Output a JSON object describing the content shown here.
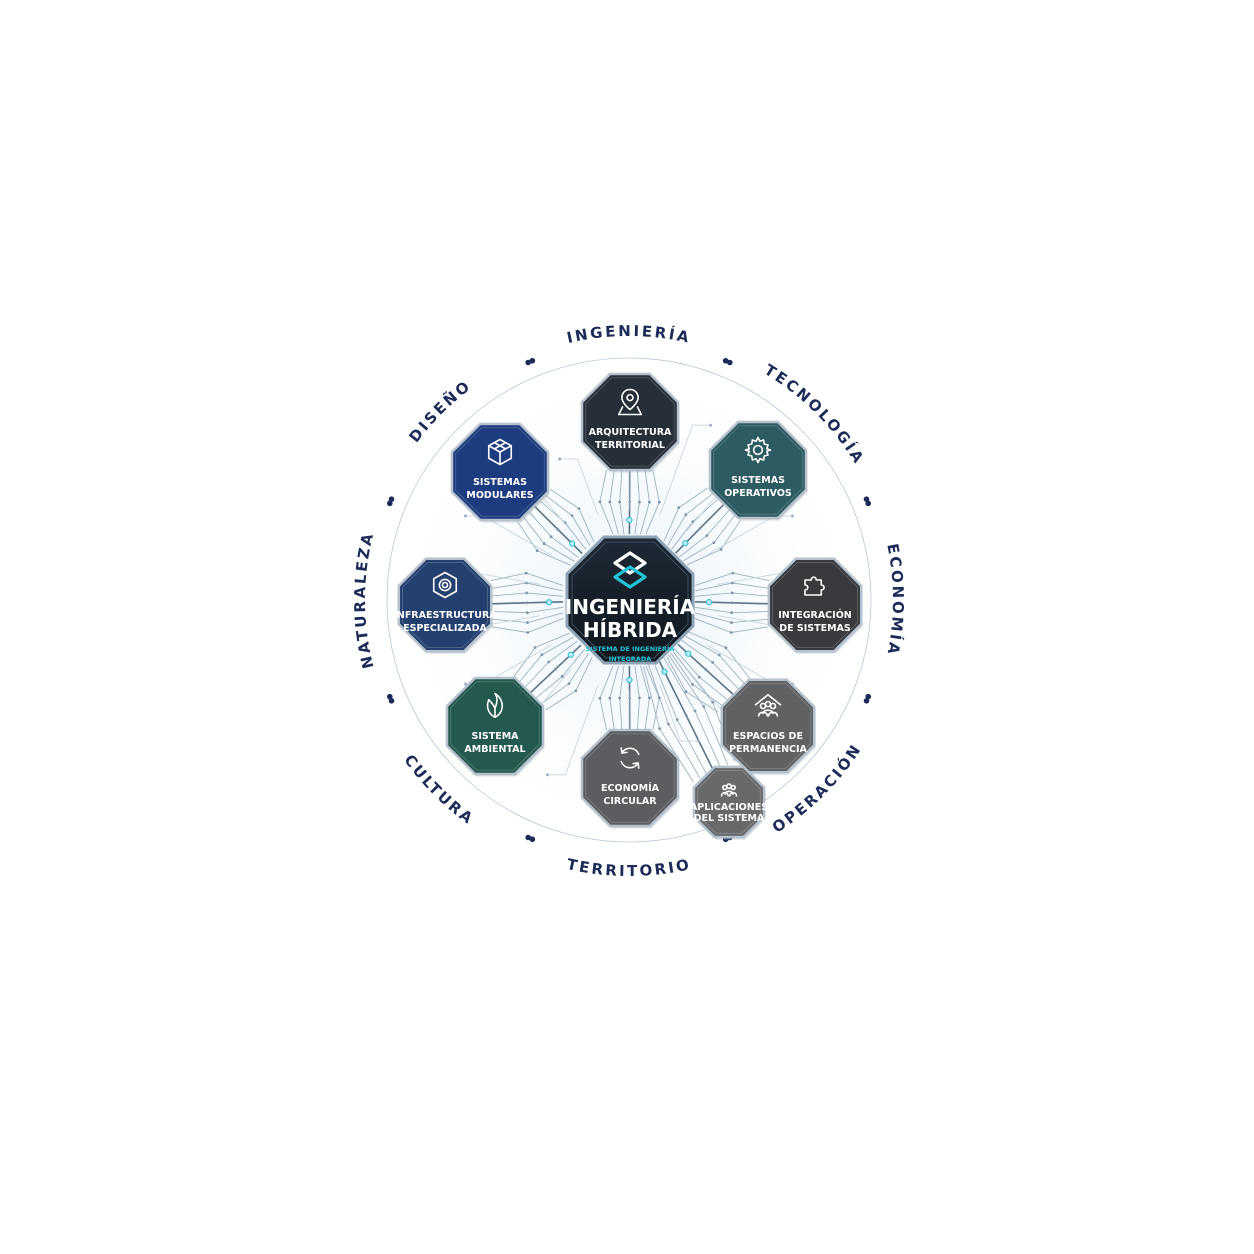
{
  "ring_labels": [
    {
      "id": "ingenieria",
      "text": "INGENIERÍA"
    },
    {
      "id": "tecnologia",
      "text": "TECNOLOGÍA"
    },
    {
      "id": "economia",
      "text": "ECONOMÍA"
    },
    {
      "id": "operacion",
      "text": "OPERACIÓN"
    },
    {
      "id": "territorio",
      "text": "TERRITORIO"
    },
    {
      "id": "cultura",
      "text": "CULTURA"
    },
    {
      "id": "naturaleza",
      "text": "NATURALEZA"
    },
    {
      "id": "diseno",
      "text": "DISEÑO"
    }
  ],
  "center": {
    "title_line1": "INGENIERÍA",
    "title_line2": "HÍBRIDA",
    "subtitle_line1": "SISTEMA DE INGENIERÍA",
    "subtitle_line2": "INTEGRADA"
  },
  "nodes": [
    {
      "id": "arquitectura",
      "line1": "ARQUITECTURA",
      "line2": "TERRITORIAL",
      "icon": "map-pin-icon",
      "color": "#262f38"
    },
    {
      "id": "operativos",
      "line1": "SISTEMAS",
      "line2": "OPERATIVOS",
      "icon": "gear-icon",
      "color": "#2c5b62"
    },
    {
      "id": "integracion",
      "line1": "INTEGRACIÓN",
      "line2": "DE SISTEMAS",
      "icon": "puzzle-icon",
      "color": "#383a3d"
    },
    {
      "id": "espacios",
      "line1": "ESPACIOS DE",
      "line2": "PERMANENCIA",
      "icon": "people-house-icon",
      "color": "#5f6163"
    },
    {
      "id": "aplicaciones",
      "line1": "APLICACIONES",
      "line2": "DEL SISTEMA",
      "icon": "users-icon",
      "color": "#68696b"
    },
    {
      "id": "economia",
      "line1": "ECONOMÍA",
      "line2": "CIRCULAR",
      "icon": "recycle-icon",
      "color": "#5b5d60"
    },
    {
      "id": "ambiental",
      "line1": "SISTEMA",
      "line2": "AMBIENTAL",
      "icon": "leaf-icon",
      "color": "#24594f"
    },
    {
      "id": "infraestructura",
      "line1": "INFRAESTRUCTURA",
      "line2": "ESPECIALIZADA",
      "icon": "hexagon-target-icon",
      "color": "#24406f"
    },
    {
      "id": "modulares",
      "line1": "SISTEMAS",
      "line2": "MODULARES",
      "icon": "cube-icon",
      "color": "#1d3c80"
    }
  ],
  "colors": {
    "ring": "#1c2a57",
    "center_fill": "#141d26",
    "accent": "#21c3d6"
  }
}
